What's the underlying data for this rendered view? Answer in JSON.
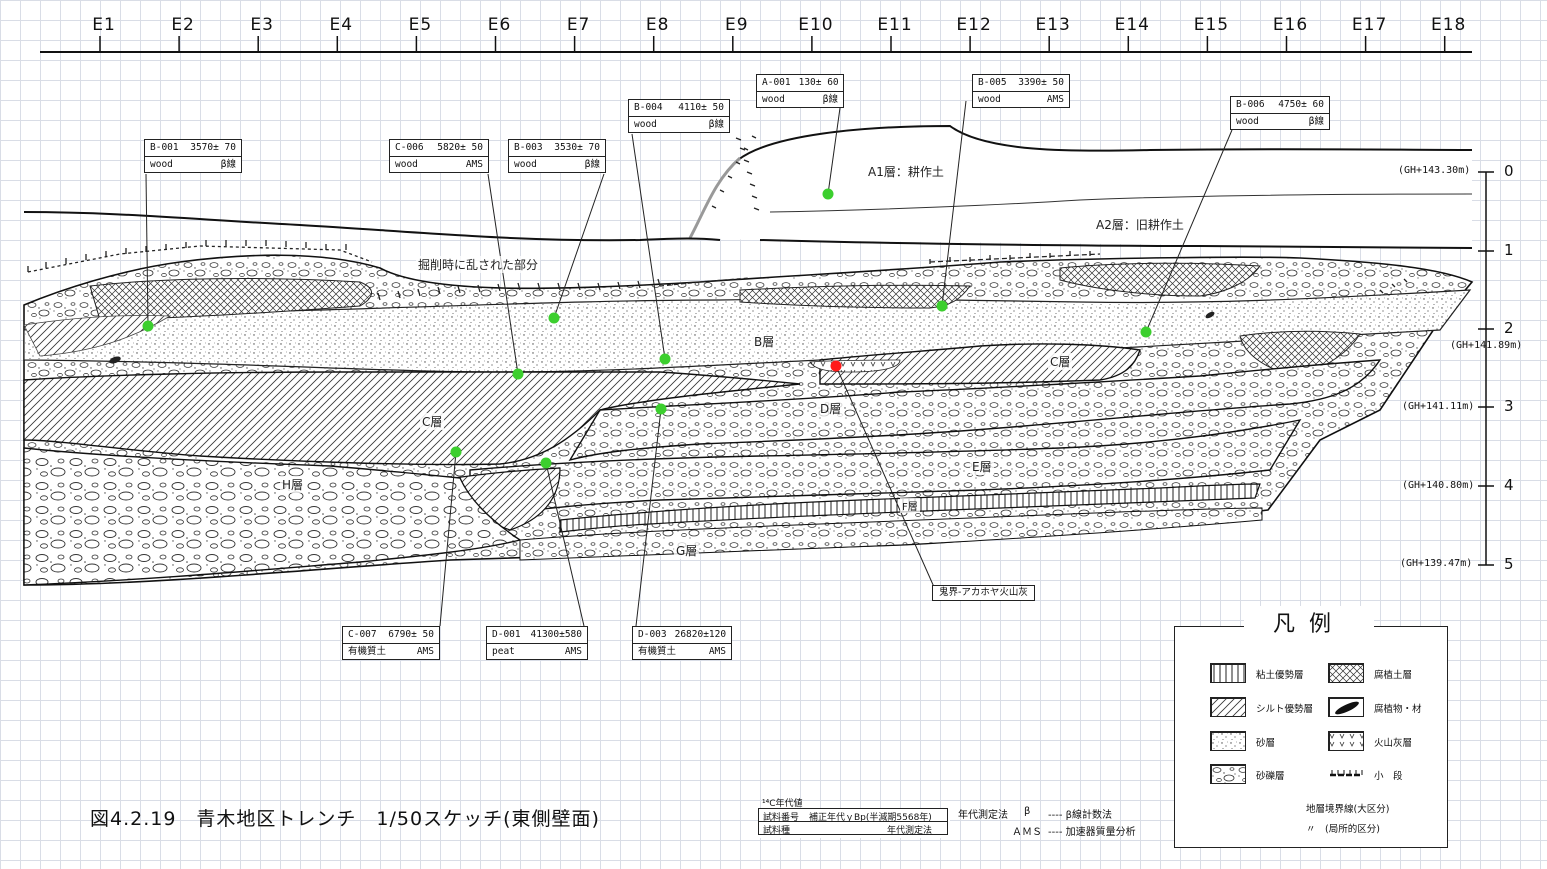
{
  "grid_labels": [
    "E1",
    "E2",
    "E3",
    "E4",
    "E5",
    "E6",
    "E7",
    "E8",
    "E9",
    "E10",
    "E11",
    "E12",
    "E13",
    "E14",
    "E15",
    "E16",
    "E17",
    "E18"
  ],
  "scale": {
    "ticks": [
      "0",
      "1",
      "2",
      "3",
      "4",
      "5"
    ],
    "elevations": [
      "(GH+143.30m)",
      "(GH+141.89m)",
      "(GH+141.11m)",
      "(GH+140.80m)",
      "(GH+139.47m)"
    ]
  },
  "layer_labels": {
    "a1": "A1層：耕作土",
    "a2": "A2層：旧耕作土",
    "disturbed": "掘削時に乱された部分",
    "b": "B層",
    "c_right": "C層",
    "c_left": "C層",
    "d": "D層",
    "e": "E層",
    "f": "F層",
    "g": "G層",
    "h": "H層"
  },
  "samples": [
    {
      "id": "A-001",
      "age": "130± 60",
      "material": "wood",
      "method": "β線"
    },
    {
      "id": "B-005",
      "age": "3390± 50",
      "material": "wood",
      "method": "AMS"
    },
    {
      "id": "B-004",
      "age": "4110± 50",
      "material": "wood",
      "method": "β線"
    },
    {
      "id": "B-006",
      "age": "4750± 60",
      "material": "wood",
      "method": "β線"
    },
    {
      "id": "B-001",
      "age": "3570± 70",
      "material": "wood",
      "method": "β線"
    },
    {
      "id": "C-006",
      "age": "5820± 50",
      "material": "wood",
      "method": "AMS"
    },
    {
      "id": "B-003",
      "age": "3530± 70",
      "material": "wood",
      "method": "β線"
    },
    {
      "id": "C-007",
      "age": "6790± 50",
      "material": "有機質土",
      "method": "AMS"
    },
    {
      "id": "D-001",
      "age": "41300±580",
      "material": "peat",
      "method": "AMS"
    },
    {
      "id": "D-003",
      "age": "26820±120",
      "material": "有機質土",
      "method": "AMS"
    }
  ],
  "ash_label": "鬼界-アカホヤ火山灰",
  "figure_title": "図4.2.19　青木地区トレンチ　1/50スケッチ(東側壁面)",
  "key": {
    "header": "¹⁴C年代値",
    "sample_no": "試料番号",
    "corrected_age": "補正年代ｙBp(半減期5568年)",
    "sample_type": "試料種",
    "dating_method": "年代測定法",
    "method_label": "年代測定法",
    "beta_symbol": "β",
    "beta_desc": "---- β線計数法",
    "ams_symbol": "ＡＭＳ",
    "ams_desc": "---- 加速器質量分析"
  },
  "legend": {
    "title": "凡例",
    "items": [
      {
        "pattern": "clay",
        "label": "粘土優勢層"
      },
      {
        "pattern": "humus",
        "label": "腐植土層"
      },
      {
        "pattern": "silt",
        "label": "シルト優勢層"
      },
      {
        "pattern": "plant",
        "label": "腐植物・材"
      },
      {
        "pattern": "sand",
        "label": "砂層"
      },
      {
        "pattern": "ash",
        "label": "火山灰層"
      },
      {
        "pattern": "gravel",
        "label": "砂礫層"
      },
      {
        "pattern": "step",
        "label": "小　段"
      }
    ],
    "line_major": "地層境界線(大区分)",
    "line_minor": "〃　(局所的区分)"
  },
  "colors": {
    "sample_dot": "#3ccf2e",
    "ash_dot": "#ff1a1a",
    "line": "#1a1a1a"
  }
}
